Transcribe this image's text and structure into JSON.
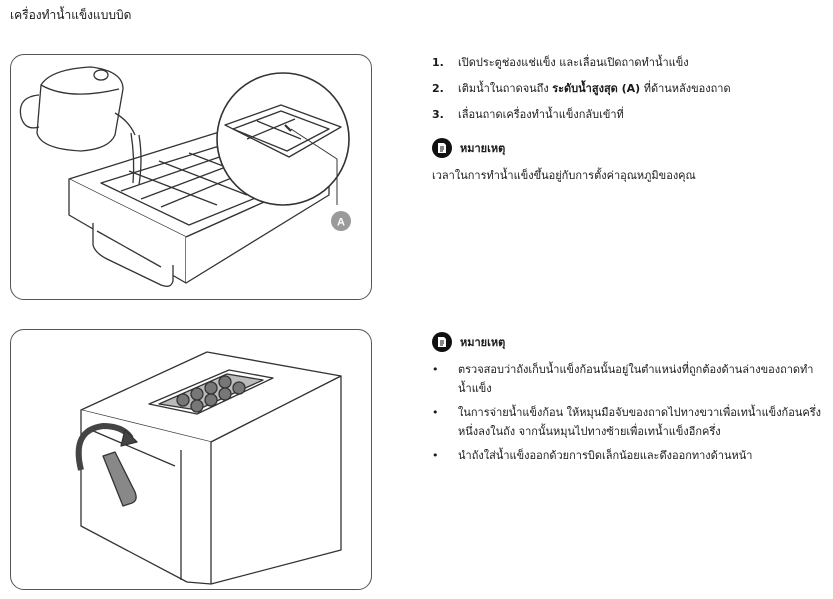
{
  "page_title": "เครื่องทำน้ำแข็งแบบบิด",
  "steps": [
    {
      "num": "1.",
      "pre": "เปิดประตูช่องแช่แข็ง และเลื่อนเปิดถาดทำน้ำแข็ง",
      "bold": "",
      "post": ""
    },
    {
      "num": "2.",
      "pre": "เติมน้ำในถาดจนถึง ",
      "bold": "ระดับน้ำสูงสุด (A)",
      "post": " ที่ด้านหลังของถาด"
    },
    {
      "num": "3.",
      "pre": "เลื่อนถาดเครื่องทำน้ำแข็งกลับเข้าที่",
      "bold": "",
      "post": ""
    }
  ],
  "note1": {
    "title": "หมายเหตุ",
    "text": "เวลาในการทำน้ำแข็งขึ้นอยู่กับการตั้งค่าอุณหภูมิของคุณ"
  },
  "illus1": {
    "callout": "A"
  },
  "note2": {
    "title": "หมายเหตุ",
    "bullet": "•",
    "items": [
      "ตรวจสอบว่าถังเก็บน้ำแข็งก้อนนั้นอยู่ในตำแหน่งที่ถูกต้องด้านล่างของถาดทำน้ำแข็ง",
      "ในการจ่ายน้ำแข็งก้อน ให้หมุนมือจับของถาดไปทางขวาเพื่อเทน้ำแข็งก้อนครึ่งหนึ่งลงในถัง จากนั้นหมุนไปทางซ้ายเพื่อเทน้ำแข็งอีกครึ่ง",
      "นำถังใส่น้ำแข็งออกด้วยการบิดเล็กน้อยและดึงออกทางด้านหน้า"
    ]
  }
}
